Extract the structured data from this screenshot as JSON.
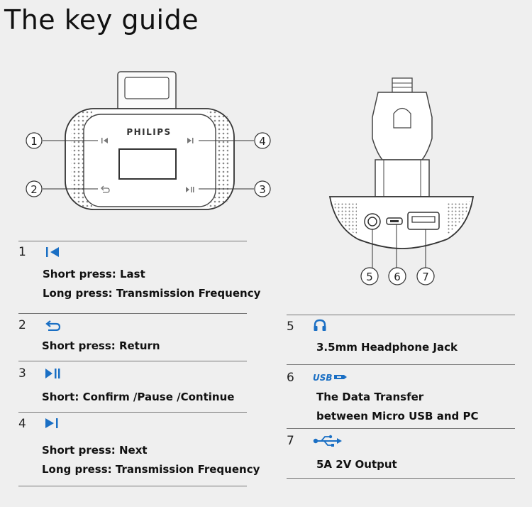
{
  "page_title": "The key guide",
  "device": {
    "brand": "PHILIPS",
    "callouts_left": [
      "1",
      "2"
    ],
    "callouts_right": [
      "4",
      "3"
    ],
    "callouts_bottom": [
      "5",
      "6",
      "7"
    ]
  },
  "icon_color": "#1a6fc4",
  "keys": [
    {
      "num": "1",
      "icon": "previous-track-icon",
      "lines": [
        "Short press: Last",
        "Long press: Transmission Frequency"
      ]
    },
    {
      "num": "2",
      "icon": "return-icon",
      "lines": [
        "Short press: Return"
      ]
    },
    {
      "num": "3",
      "icon": "play-pause-icon",
      "lines": [
        "Short: Confirm /Pause /Continue"
      ]
    },
    {
      "num": "4",
      "icon": "next-track-icon",
      "lines": [
        "Short press: Next",
        "Long press: Transmission Frequency"
      ]
    }
  ],
  "ports": [
    {
      "num": "5",
      "icon": "headphone-icon",
      "lines": [
        "3.5mm Headphone Jack"
      ]
    },
    {
      "num": "6",
      "icon": "micro-usb-icon",
      "label": "USB",
      "lines": [
        "The Data Transfer",
        "between Micro USB and PC"
      ]
    },
    {
      "num": "7",
      "icon": "usb-symbol-icon",
      "lines": [
        "5A  2V Output"
      ]
    }
  ]
}
